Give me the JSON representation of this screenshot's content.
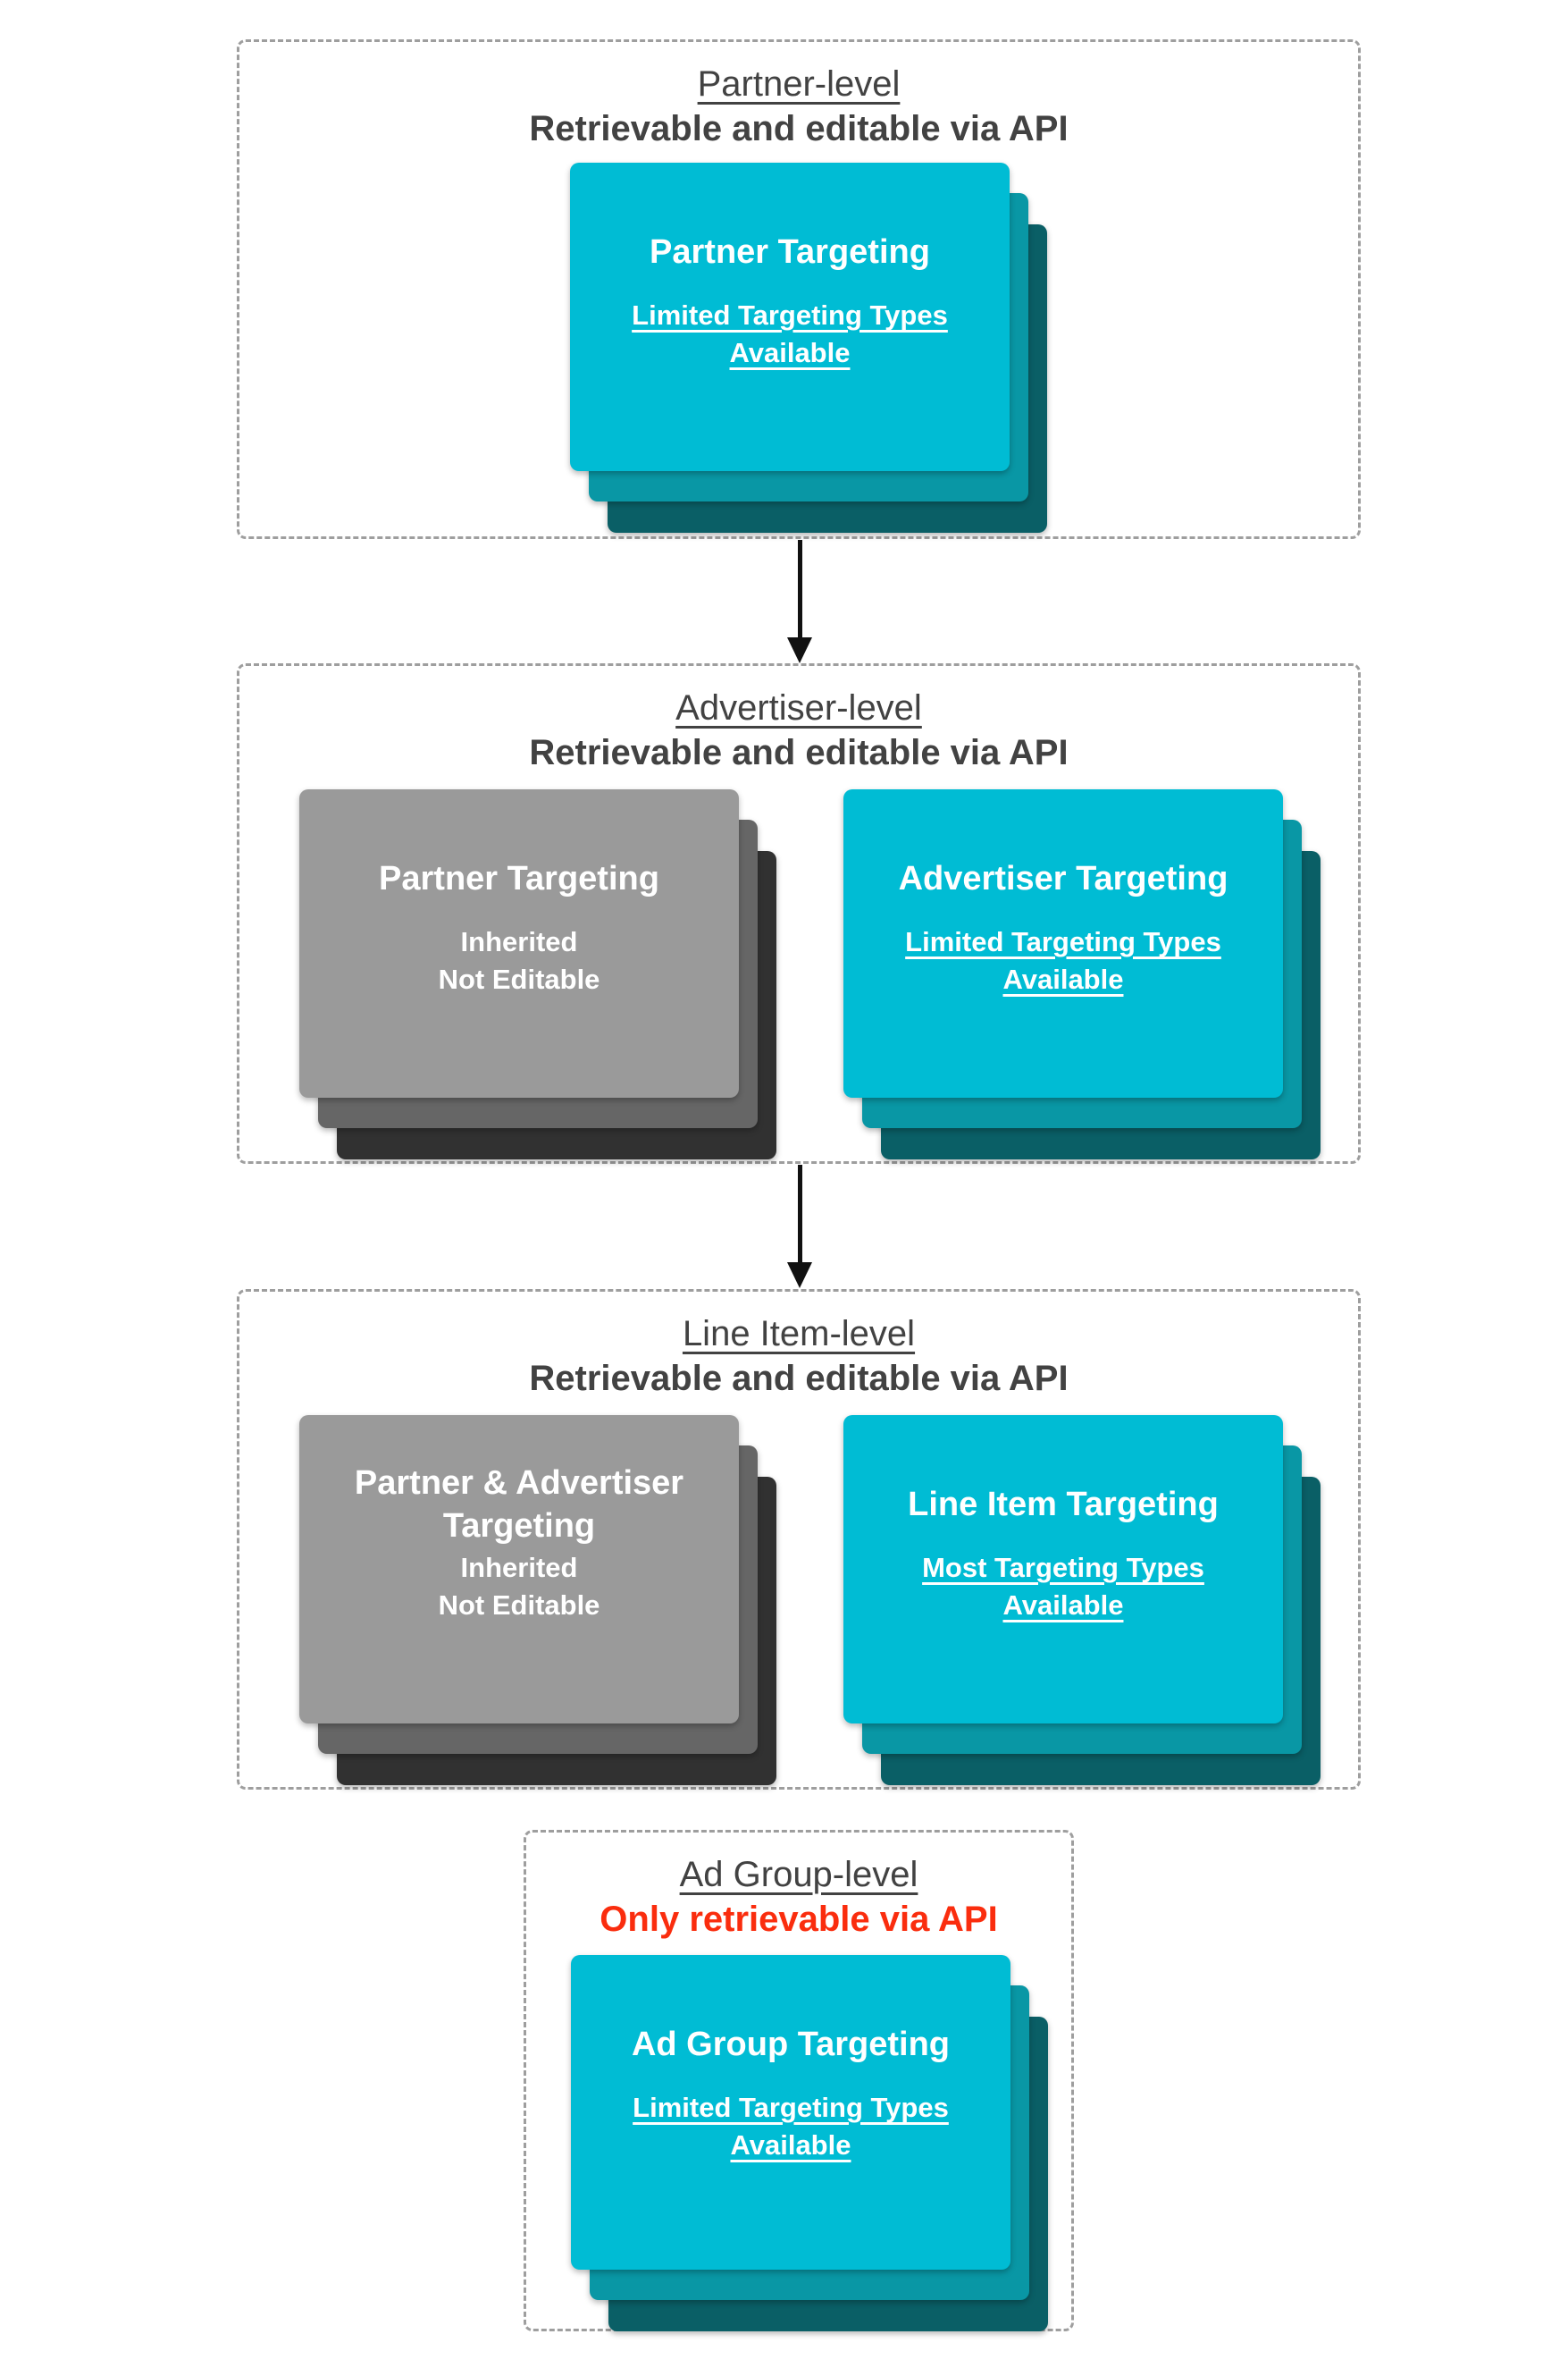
{
  "colors": {
    "card-teal": "#00bcd4",
    "card-teal-mid": "#0997a5",
    "card-teal-back": "#0a5f66",
    "card-gray": "#9a9a9a",
    "card-gray-mid": "#666666",
    "card-gray-back": "#313131",
    "heading-text": "#424242",
    "alert-red": "#fa2d0e",
    "dashed-border": "#9e9e9e",
    "arrow-black": "#111111",
    "card-text": "#ffffff"
  },
  "sections": [
    {
      "header": {
        "level": "Partner-level",
        "access": "Retrievable and editable via API"
      },
      "cards": [
        {
          "type": "teal",
          "title": "Partner Targeting",
          "line1": "Limited Targeting Types",
          "line2": "Available"
        }
      ]
    },
    {
      "header": {
        "level": "Advertiser-level",
        "access": "Retrievable and editable via API"
      },
      "cards": [
        {
          "type": "gray",
          "title": "Partner Targeting",
          "line1": "Inherited",
          "line2": "Not Editable"
        },
        {
          "type": "teal",
          "title": "Advertiser Targeting",
          "line1": "Limited Targeting Types",
          "line2": "Available"
        }
      ]
    },
    {
      "header": {
        "level": "Line Item-level",
        "access": "Retrievable and editable via API"
      },
      "cards": [
        {
          "type": "gray",
          "title": "Partner & Advertiser Targeting",
          "line1": "Inherited",
          "line2": "Not Editable"
        },
        {
          "type": "teal",
          "title": "Line Item Targeting",
          "line1": "Most Targeting Types",
          "line2": "Available"
        }
      ]
    },
    {
      "header": {
        "level": "Ad Group-level",
        "access": "Only retrievable via API",
        "access_style": "red"
      },
      "cards": [
        {
          "type": "teal",
          "title": "Ad Group Targeting",
          "line1": "Limited Targeting Types",
          "line2": "Available"
        }
      ]
    }
  ]
}
